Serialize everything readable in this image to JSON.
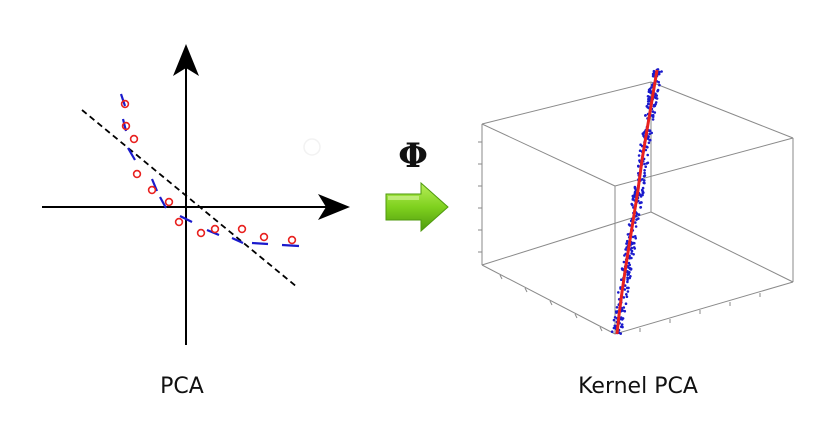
{
  "labels": {
    "left_caption": "PCA",
    "right_caption": "Kernel PCA",
    "mapping_symbol": "Φ"
  },
  "colors": {
    "axis": "#000000",
    "principal_direction": "#000000",
    "data_points": "#e8211f",
    "projections": "#1a1acc",
    "arrow_fill": "#7fd11e",
    "box_lines": "#888888",
    "manifold_line": "#e8211f",
    "manifold_points": "#1a1acc"
  },
  "icons": {
    "mapping_arrow": "green-right-arrow-icon"
  }
}
